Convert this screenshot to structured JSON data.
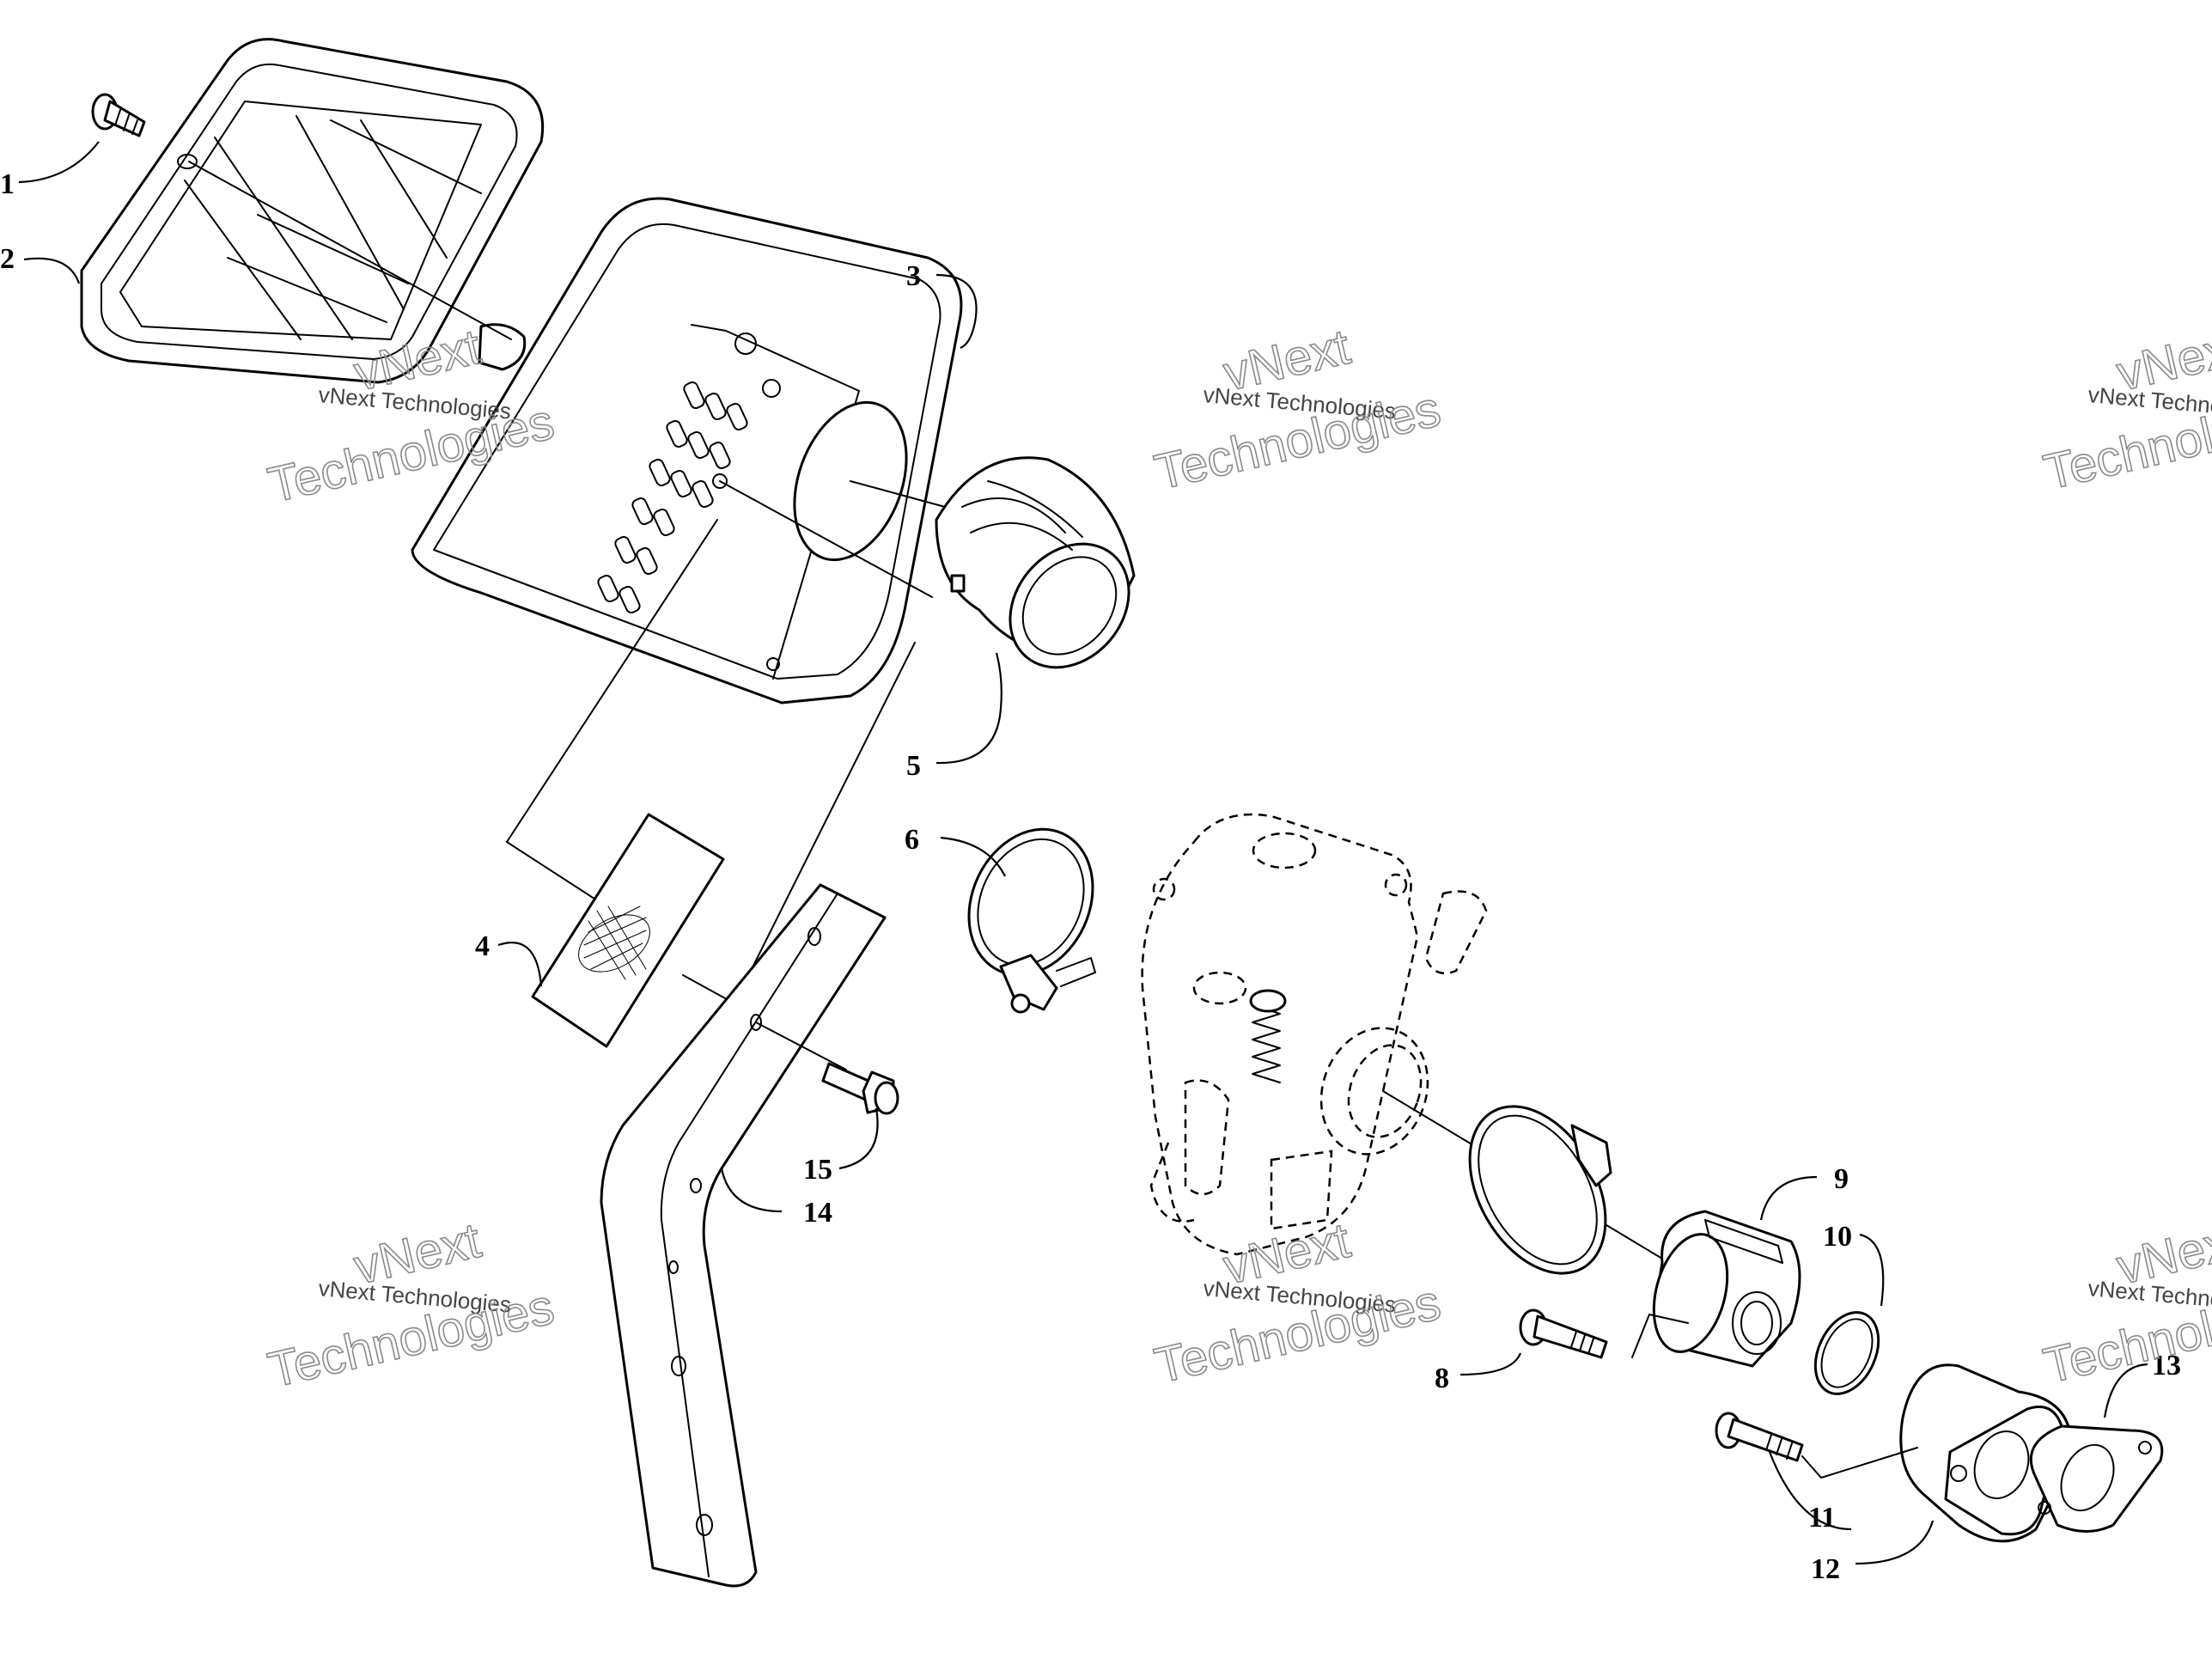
{
  "callouts": [
    {
      "id": "1",
      "label": "1"
    },
    {
      "id": "2",
      "label": "2"
    },
    {
      "id": "3",
      "label": "3"
    },
    {
      "id": "4",
      "label": "4"
    },
    {
      "id": "5",
      "label": "5"
    },
    {
      "id": "6",
      "label": "6"
    },
    {
      "id": "8",
      "label": "8"
    },
    {
      "id": "9",
      "label": "9"
    },
    {
      "id": "10",
      "label": "10"
    },
    {
      "id": "11",
      "label": "11"
    },
    {
      "id": "12",
      "label": "12"
    },
    {
      "id": "13",
      "label": "13"
    },
    {
      "id": "14",
      "label": "14"
    },
    {
      "id": "15",
      "label": "15"
    }
  ],
  "watermark": {
    "brand": "vNext",
    "company": "vNext Technologies",
    "word": "Technologies"
  }
}
